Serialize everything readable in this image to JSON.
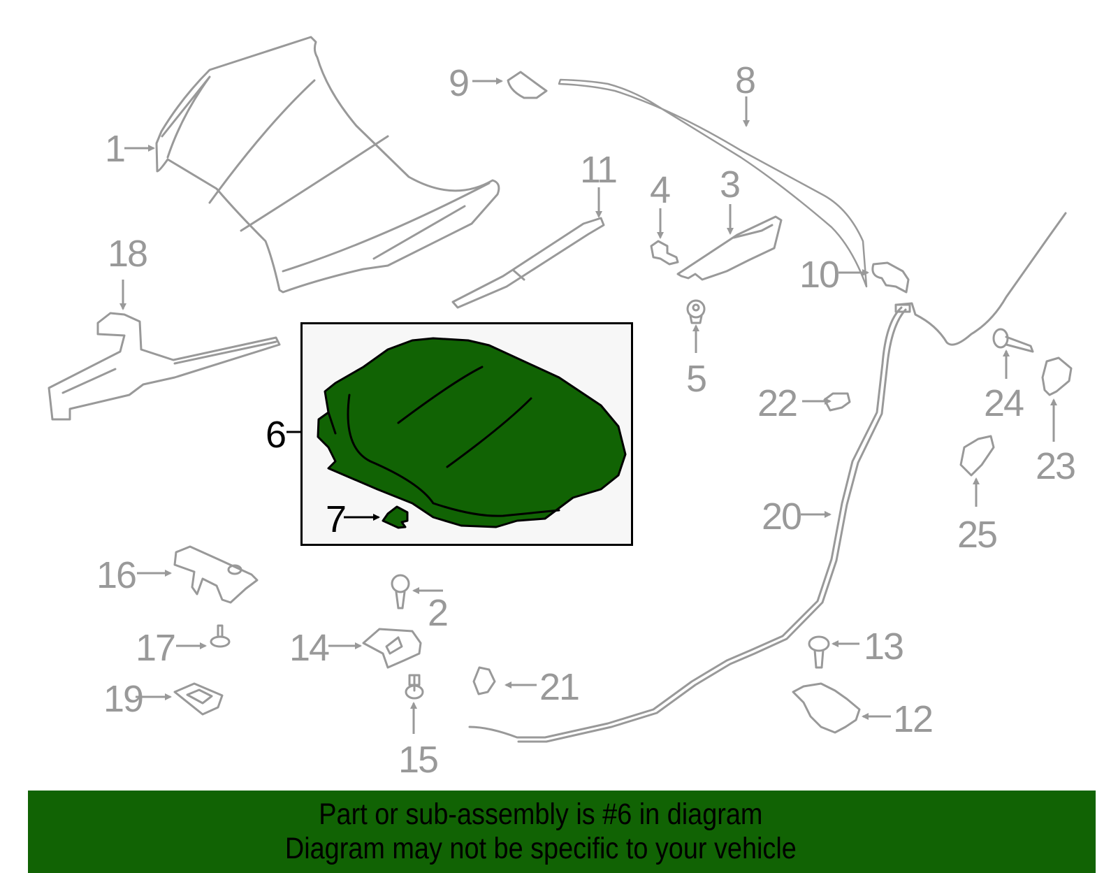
{
  "diagram": {
    "title": "Hood & Components parts diagram",
    "highlighted_part": "6",
    "colors": {
      "line": "#999999",
      "highlight_fill": "#116304",
      "highlight_stroke": "#000000",
      "banner_bg": "#116304",
      "box_bg": "#f7f7f7"
    },
    "callouts": [
      {
        "num": "1",
        "part": "hood-panel"
      },
      {
        "num": "2",
        "part": "bumper-stop"
      },
      {
        "num": "3",
        "part": "hinge"
      },
      {
        "num": "4",
        "part": "hinge-bolt"
      },
      {
        "num": "5",
        "part": "nut"
      },
      {
        "num": "6",
        "part": "insulator"
      },
      {
        "num": "7",
        "part": "insulator-clip"
      },
      {
        "num": "8",
        "part": "weatherstrip"
      },
      {
        "num": "9",
        "part": "seal-clip"
      },
      {
        "num": "10",
        "part": "seal-end"
      },
      {
        "num": "11",
        "part": "lift-support"
      },
      {
        "num": "12",
        "part": "latch"
      },
      {
        "num": "13",
        "part": "latch-bolt"
      },
      {
        "num": "14",
        "part": "release-handle"
      },
      {
        "num": "15",
        "part": "handle-bolt"
      },
      {
        "num": "16",
        "part": "striker"
      },
      {
        "num": "17",
        "part": "rivet"
      },
      {
        "num": "18",
        "part": "support-rod-bracket"
      },
      {
        "num": "19",
        "part": "cover"
      },
      {
        "num": "20",
        "part": "release-cable"
      },
      {
        "num": "21",
        "part": "cable-clip"
      },
      {
        "num": "22",
        "part": "clip"
      },
      {
        "num": "23",
        "part": "retainer"
      },
      {
        "num": "24",
        "part": "screw"
      },
      {
        "num": "25",
        "part": "retainer"
      }
    ]
  },
  "banner": {
    "line1": "Part or sub-assembly is #6 in diagram",
    "line2": "Diagram may not be specific to your vehicle"
  }
}
